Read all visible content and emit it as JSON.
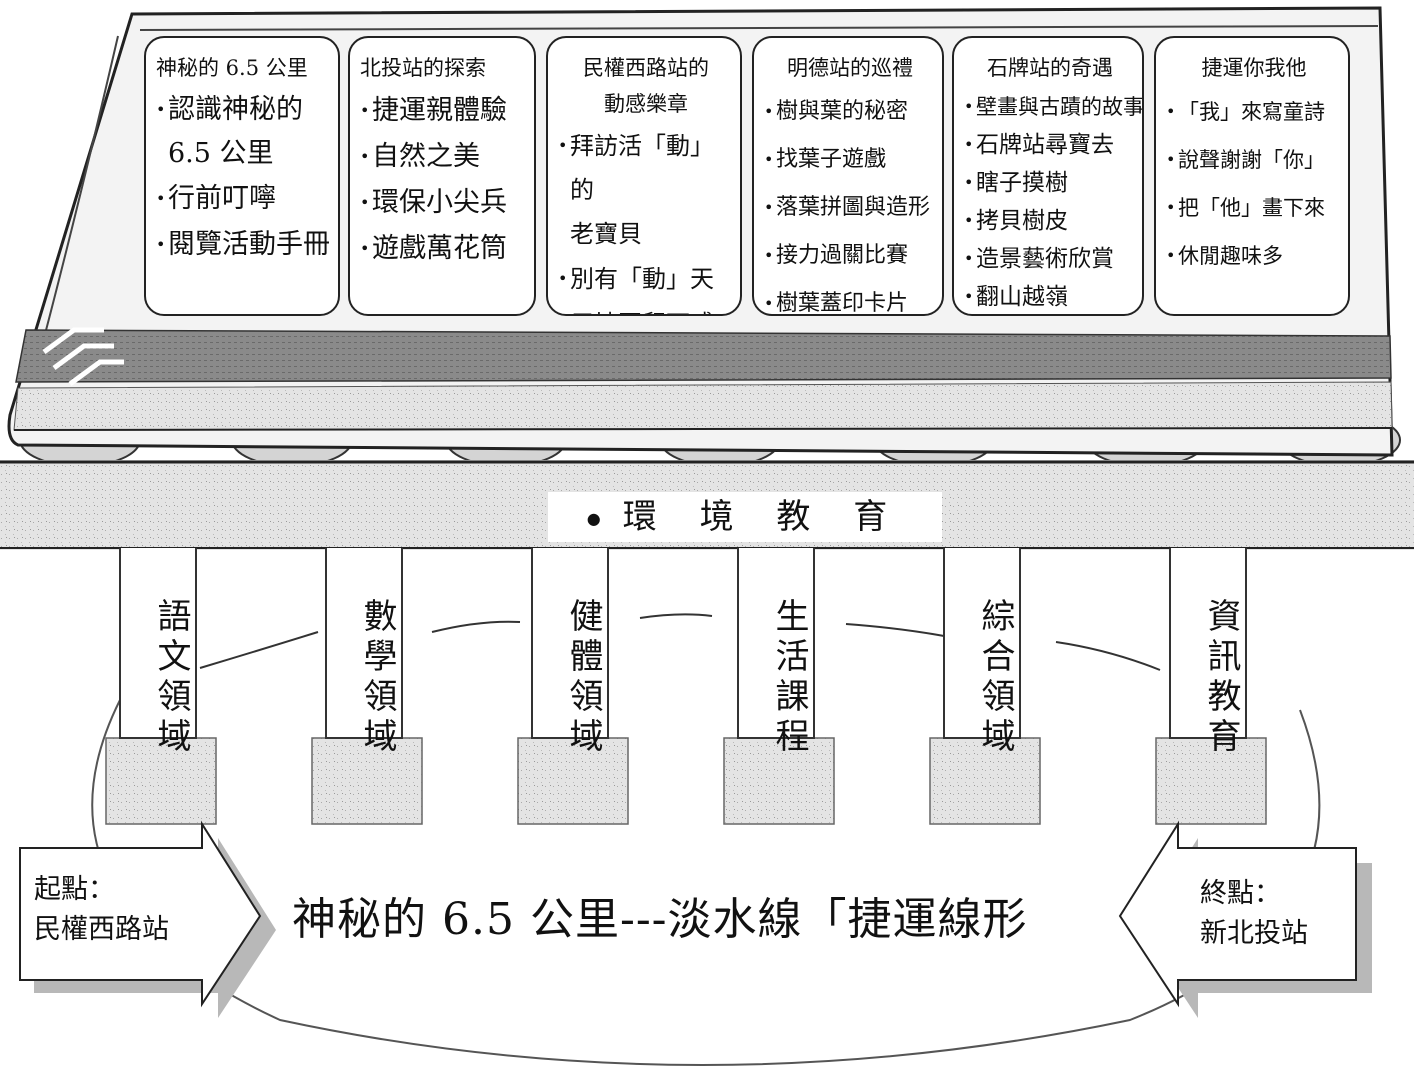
{
  "train": {
    "cars": [
      {
        "title": "神秘的 6.5 公里",
        "title_align": "left",
        "items": [
          "認識神秘的\n6.5 公里",
          "行前叮嚀",
          "閱覽活動手冊"
        ]
      },
      {
        "title": "北投站的探索",
        "title_align": "left",
        "items": [
          "捷運親體驗",
          "自然之美",
          "環保小尖兵",
          "遊戲萬花筒"
        ]
      },
      {
        "title": "民權西路站的\n動感樂章",
        "title_align": "center",
        "items": [
          "拜訪活「動」的\n老寶貝",
          "別有「動」天",
          "用地圖留下感\n「動」"
        ]
      },
      {
        "title": "明德站的巡禮",
        "title_align": "center",
        "items": [
          "樹與葉的秘密",
          "找葉子遊戲",
          "落葉拼圖與造形",
          "接力過關比賽",
          "樹葉蓋印卡片"
        ]
      },
      {
        "title": "石牌站的奇遇",
        "title_align": "center",
        "items": [
          "壁畫與古蹟的故事",
          "石牌站尋寶去",
          "瞎子摸樹",
          "拷貝樹皮",
          "造景藝術欣賞",
          "翻山越嶺"
        ]
      },
      {
        "title": "捷運你我他",
        "title_align": "center",
        "items": [
          "「我」來寫童詩",
          "說聲謝謝「你」",
          "把「他」畫下來",
          "休閒趣味多"
        ]
      }
    ]
  },
  "track_label": "環 境 教 育",
  "subjects": [
    "語文領域",
    "數學領域",
    "健體領域",
    "生活課程",
    "綜合領域",
    "資訊教育"
  ],
  "start": {
    "label": "起點：\n民權西路站"
  },
  "end": {
    "label": "終點：\n新北投站"
  },
  "route_title": "神秘的 6.5 公里---淡水線「捷運線形"
}
